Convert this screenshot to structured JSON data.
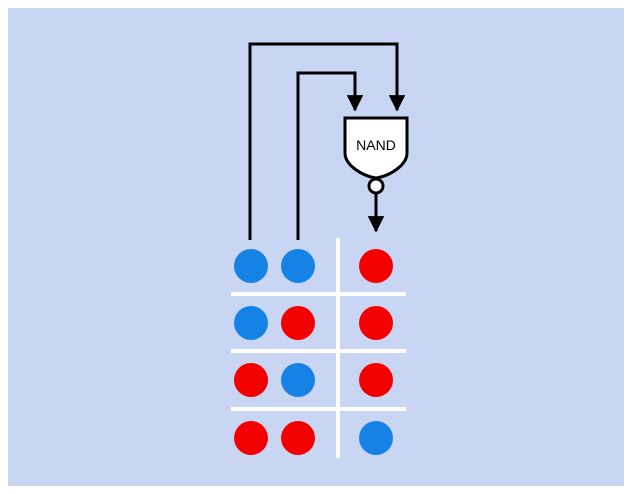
{
  "gate": {
    "label": "NAND"
  },
  "colors": {
    "background": "#c9d6f3",
    "frame": "#ffffff",
    "true_color": "#f40000",
    "false_color": "#1682e6",
    "line": "#000000",
    "grid": "#ffffff"
  },
  "truth_table": {
    "columns": [
      "input-a",
      "input-b",
      "output"
    ],
    "rows": [
      [
        "blue",
        "blue",
        "red"
      ],
      [
        "blue",
        "red",
        "red"
      ],
      [
        "red",
        "blue",
        "red"
      ],
      [
        "red",
        "red",
        "blue"
      ]
    ]
  }
}
